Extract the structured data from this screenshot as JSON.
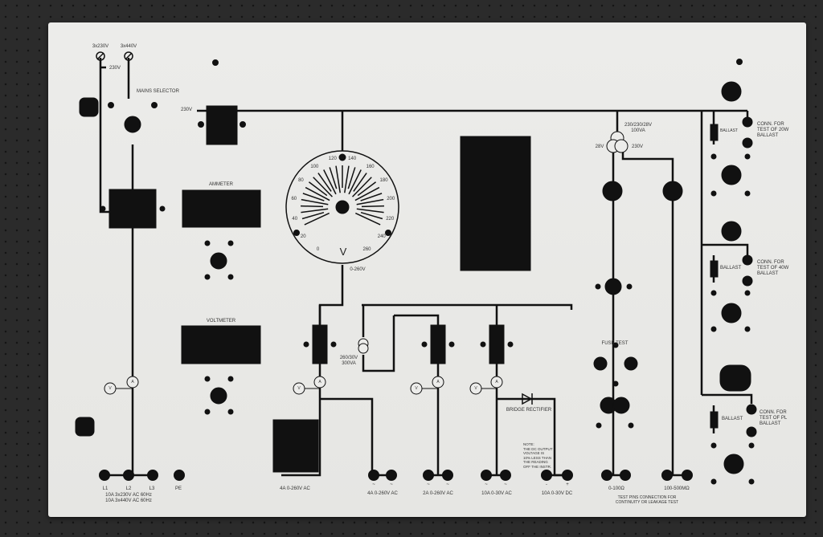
{
  "mains": {
    "switch_230": "3x230V",
    "switch_440": "3x440V",
    "tap_230": "230V",
    "selector_label": "MAINS SELECTOR",
    "relay_input": "230V",
    "terminals": [
      "L1",
      "L2",
      "L3",
      "PE"
    ],
    "rating_1": "10A 3x230V AC 60Hz",
    "rating_2": "10A 3x440V AC 60Hz"
  },
  "meters": {
    "ammeter": "AMMETER",
    "voltmeter": "VOLTMETER"
  },
  "dial": {
    "ticks": [
      "0",
      "20",
      "40",
      "60",
      "80",
      "100",
      "120",
      "140",
      "160",
      "180",
      "200",
      "220",
      "240",
      "260"
    ],
    "unit": "V",
    "range": "0-260V"
  },
  "isolation_transformer": {
    "line1": "260/30V",
    "line2": "300VA"
  },
  "indicator_symbols": {
    "ammeter": "A",
    "voltmeter": "V"
  },
  "outputs": [
    {
      "label": "4A 0-260V AC",
      "polarity": [
        "~",
        "~"
      ]
    },
    {
      "label": "2A 0-260V AC",
      "polarity": [
        "~",
        "~"
      ]
    },
    {
      "label": "10A 0-30V AC",
      "polarity": [
        "~",
        "~"
      ]
    },
    {
      "label": "10A 0-30V DC",
      "polarity": [
        "-",
        "+"
      ]
    }
  ],
  "variac_output": "4A 0-260V AC",
  "rectifier": {
    "label": "BRIDGE RECTIFIER",
    "note": [
      "NOTE:",
      "THE DC OUTPUT",
      "VOLTAGE IS",
      "10% LESS THAN",
      "THE READING",
      "OFF THE INSTR."
    ]
  },
  "test_transformer": {
    "line1": "230/230/28V",
    "line2": "100VA",
    "left": "28V",
    "right": "230V"
  },
  "fuse_test": "FUSE TEST",
  "continuity": {
    "low": "0-100Ω",
    "high": "100-500MΩ",
    "note1": "TEST PINS CONNECTION FOR",
    "note2": "CONTINUITY OR LEAKAGE TEST"
  },
  "ballasts": [
    {
      "label": "BALLAST",
      "conn": [
        "CONN. FOR",
        "TEST OF 20W",
        "BALLAST"
      ]
    },
    {
      "label": "BALLAST",
      "conn": [
        "CONN. FOR",
        "TEST OF 40W",
        "BALLAST"
      ]
    },
    {
      "label": "BALLAST",
      "conn": [
        "CONN. FOR",
        "TEST OF PL",
        "BALLAST"
      ]
    }
  ],
  "colors": {
    "panel": "#ececea",
    "ink": "#111111",
    "background": "#2b2b2b"
  }
}
